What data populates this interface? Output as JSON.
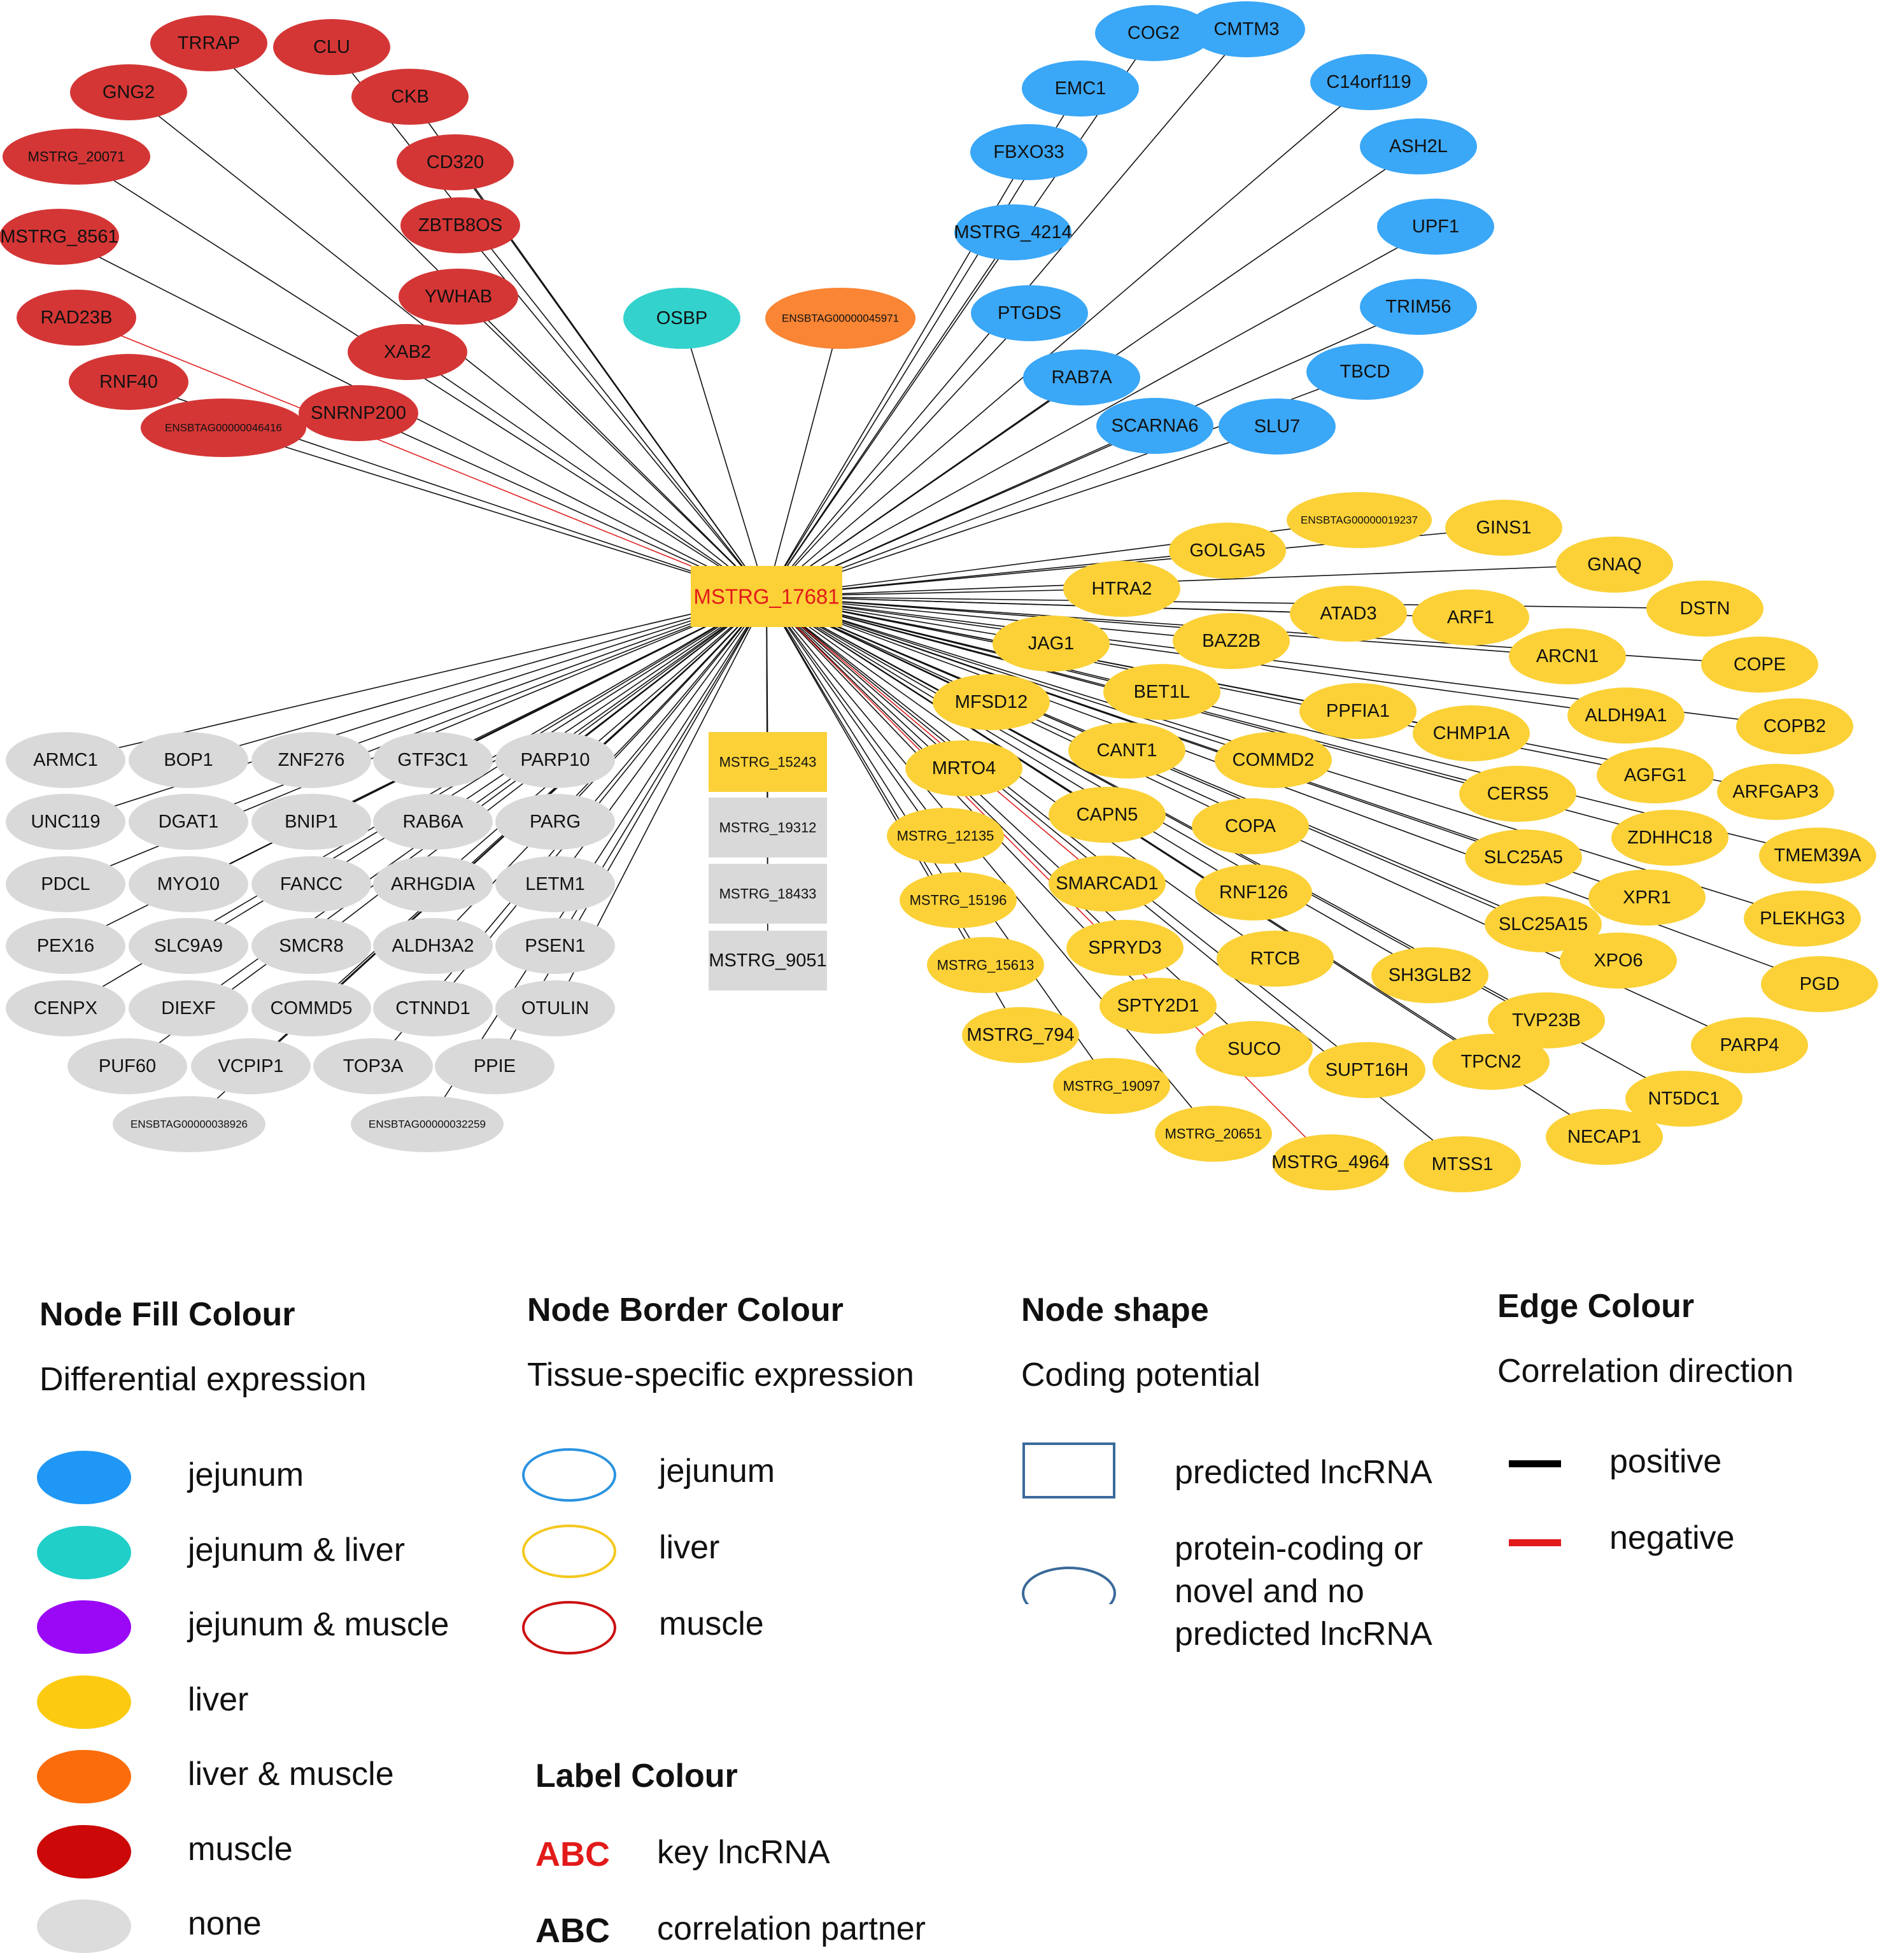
{
  "colors": {
    "jejunum": "#3aa7f7",
    "jejunum_liver": "#34d2cd",
    "jejunum_muscle": "#9a08f6",
    "liver": "#fbd137",
    "liver_muscle": "#f98535",
    "muscle": "#d43636",
    "none": "#d9d9d9",
    "edge_positive": "#111111",
    "edge_negative": "#e02020",
    "key_label": "#e21a1a",
    "partner_label": "#111111",
    "shape_outline": "#3a6a9a"
  },
  "center": {
    "label": "MSTRG_17681",
    "fill": "liver",
    "shape": "rect"
  },
  "nodes": [
    {
      "label": "TRRAP",
      "fill": "muscle",
      "shape": "ellipse",
      "edge": "positive"
    },
    {
      "label": "CLU",
      "fill": "muscle",
      "shape": "ellipse",
      "edge": "positive"
    },
    {
      "label": "GNG2",
      "fill": "muscle",
      "shape": "ellipse",
      "edge": "positive"
    },
    {
      "label": "CKB",
      "fill": "muscle",
      "shape": "ellipse",
      "edge": "positive"
    },
    {
      "label": "MSTRG_20071",
      "fill": "muscle",
      "shape": "ellipse",
      "edge": "positive"
    },
    {
      "label": "CD320",
      "fill": "muscle",
      "shape": "ellipse",
      "edge": "positive"
    },
    {
      "label": "MSTRG_8561",
      "fill": "muscle",
      "shape": "ellipse",
      "edge": "positive"
    },
    {
      "label": "ZBTB8OS",
      "fill": "muscle",
      "shape": "ellipse",
      "edge": "positive"
    },
    {
      "label": "YWHAB",
      "fill": "muscle",
      "shape": "ellipse",
      "edge": "positive"
    },
    {
      "label": "RAD23B",
      "fill": "muscle",
      "shape": "ellipse",
      "edge": "negative"
    },
    {
      "label": "XAB2",
      "fill": "muscle",
      "shape": "ellipse",
      "edge": "positive"
    },
    {
      "label": "RNF40",
      "fill": "muscle",
      "shape": "ellipse",
      "edge": "positive"
    },
    {
      "label": "SNRNP200",
      "fill": "muscle",
      "shape": "ellipse",
      "edge": "positive"
    },
    {
      "label": "ENSBTAG00000046416",
      "fill": "muscle",
      "shape": "ellipse",
      "edge": "positive"
    },
    {
      "label": "OSBP",
      "fill": "jejunum_liver",
      "shape": "ellipse",
      "edge": "positive"
    },
    {
      "label": "ENSBTAG00000045971",
      "fill": "liver_muscle",
      "shape": "ellipse",
      "edge": "positive"
    },
    {
      "label": "COG2",
      "fill": "jejunum",
      "shape": "ellipse",
      "edge": "positive"
    },
    {
      "label": "CMTM3",
      "fill": "jejunum",
      "shape": "ellipse",
      "edge": "positive"
    },
    {
      "label": "EMC1",
      "fill": "jejunum",
      "shape": "ellipse",
      "edge": "positive"
    },
    {
      "label": "C14orf119",
      "fill": "jejunum",
      "shape": "ellipse",
      "edge": "positive"
    },
    {
      "label": "FBXO33",
      "fill": "jejunum",
      "shape": "ellipse",
      "edge": "positive"
    },
    {
      "label": "ASH2L",
      "fill": "jejunum",
      "shape": "ellipse",
      "edge": "positive"
    },
    {
      "label": "MSTRG_4214",
      "fill": "jejunum",
      "shape": "ellipse",
      "edge": "positive"
    },
    {
      "label": "UPF1",
      "fill": "jejunum",
      "shape": "ellipse",
      "edge": "positive"
    },
    {
      "label": "PTGDS",
      "fill": "jejunum",
      "shape": "ellipse",
      "edge": "positive"
    },
    {
      "label": "TRIM56",
      "fill": "jejunum",
      "shape": "ellipse",
      "edge": "positive"
    },
    {
      "label": "RAB7A",
      "fill": "jejunum",
      "shape": "ellipse",
      "edge": "positive"
    },
    {
      "label": "TBCD",
      "fill": "jejunum",
      "shape": "ellipse",
      "edge": "positive"
    },
    {
      "label": "SCARNA6",
      "fill": "jejunum",
      "shape": "ellipse",
      "edge": "positive"
    },
    {
      "label": "SLU7",
      "fill": "jejunum",
      "shape": "ellipse",
      "edge": "positive"
    },
    {
      "label": "ENSBTAG00000019237",
      "fill": "liver",
      "shape": "ellipse",
      "edge": "positive"
    },
    {
      "label": "GINS1",
      "fill": "liver",
      "shape": "ellipse",
      "edge": "positive"
    },
    {
      "label": "GOLGA5",
      "fill": "liver",
      "shape": "ellipse",
      "edge": "positive"
    },
    {
      "label": "GNAQ",
      "fill": "liver",
      "shape": "ellipse",
      "edge": "positive"
    },
    {
      "label": "HTRA2",
      "fill": "liver",
      "shape": "ellipse",
      "edge": "positive"
    },
    {
      "label": "DSTN",
      "fill": "liver",
      "shape": "ellipse",
      "edge": "positive"
    },
    {
      "label": "ATAD3",
      "fill": "liver",
      "shape": "ellipse",
      "edge": "positive"
    },
    {
      "label": "ARF1",
      "fill": "liver",
      "shape": "ellipse",
      "edge": "positive"
    },
    {
      "label": "JAG1",
      "fill": "liver",
      "shape": "ellipse",
      "edge": "positive"
    },
    {
      "label": "BAZ2B",
      "fill": "liver",
      "shape": "ellipse",
      "edge": "positive"
    },
    {
      "label": "ARCN1",
      "fill": "liver",
      "shape": "ellipse",
      "edge": "positive"
    },
    {
      "label": "COPE",
      "fill": "liver",
      "shape": "ellipse",
      "edge": "positive"
    },
    {
      "label": "BET1L",
      "fill": "liver",
      "shape": "ellipse",
      "edge": "positive"
    },
    {
      "label": "MFSD12",
      "fill": "liver",
      "shape": "ellipse",
      "edge": "positive"
    },
    {
      "label": "PPFIA1",
      "fill": "liver",
      "shape": "ellipse",
      "edge": "positive"
    },
    {
      "label": "ALDH9A1",
      "fill": "liver",
      "shape": "ellipse",
      "edge": "positive"
    },
    {
      "label": "COPB2",
      "fill": "liver",
      "shape": "ellipse",
      "edge": "positive"
    },
    {
      "label": "CHMP1A",
      "fill": "liver",
      "shape": "ellipse",
      "edge": "positive"
    },
    {
      "label": "CANT1",
      "fill": "liver",
      "shape": "ellipse",
      "edge": "positive"
    },
    {
      "label": "COMMD2",
      "fill": "liver",
      "shape": "ellipse",
      "edge": "positive"
    },
    {
      "label": "MRTO4",
      "fill": "liver",
      "shape": "ellipse",
      "edge": "positive"
    },
    {
      "label": "AGFG1",
      "fill": "liver",
      "shape": "ellipse",
      "edge": "positive"
    },
    {
      "label": "ARFGAP3",
      "fill": "liver",
      "shape": "ellipse",
      "edge": "positive"
    },
    {
      "label": "CERS5",
      "fill": "liver",
      "shape": "ellipse",
      "edge": "positive"
    },
    {
      "label": "CAPN5",
      "fill": "liver",
      "shape": "ellipse",
      "edge": "positive"
    },
    {
      "label": "COPA",
      "fill": "liver",
      "shape": "ellipse",
      "edge": "positive"
    },
    {
      "label": "MSTRG_12135",
      "fill": "liver",
      "shape": "ellipse",
      "edge": "positive"
    },
    {
      "label": "ZDHHC18",
      "fill": "liver",
      "shape": "ellipse",
      "edge": "positive"
    },
    {
      "label": "TMEM39A",
      "fill": "liver",
      "shape": "ellipse",
      "edge": "positive"
    },
    {
      "label": "SLC25A5",
      "fill": "liver",
      "shape": "ellipse",
      "edge": "positive"
    },
    {
      "label": "SMARCAD1",
      "fill": "liver",
      "shape": "ellipse",
      "edge": "negative"
    },
    {
      "label": "MSTRG_15196",
      "fill": "liver",
      "shape": "ellipse",
      "edge": "positive"
    },
    {
      "label": "RNF126",
      "fill": "liver",
      "shape": "ellipse",
      "edge": "positive"
    },
    {
      "label": "XPR1",
      "fill": "liver",
      "shape": "ellipse",
      "edge": "positive"
    },
    {
      "label": "PLEKHG3",
      "fill": "liver",
      "shape": "ellipse",
      "edge": "positive"
    },
    {
      "label": "SLC25A15",
      "fill": "liver",
      "shape": "ellipse",
      "edge": "positive"
    },
    {
      "label": "SPRYD3",
      "fill": "liver",
      "shape": "ellipse",
      "edge": "positive"
    },
    {
      "label": "MSTRG_15613",
      "fill": "liver",
      "shape": "ellipse",
      "edge": "positive"
    },
    {
      "label": "RTCB",
      "fill": "liver",
      "shape": "ellipse",
      "edge": "positive"
    },
    {
      "label": "XPO6",
      "fill": "liver",
      "shape": "ellipse",
      "edge": "positive"
    },
    {
      "label": "SH3GLB2",
      "fill": "liver",
      "shape": "ellipse",
      "edge": "positive"
    },
    {
      "label": "PGD",
      "fill": "liver",
      "shape": "ellipse",
      "edge": "positive"
    },
    {
      "label": "SPTY2D1",
      "fill": "liver",
      "shape": "ellipse",
      "edge": "positive"
    },
    {
      "label": "TVP23B",
      "fill": "liver",
      "shape": "ellipse",
      "edge": "positive"
    },
    {
      "label": "MSTRG_794",
      "fill": "liver",
      "shape": "ellipse",
      "edge": "positive"
    },
    {
      "label": "SUCO",
      "fill": "liver",
      "shape": "ellipse",
      "edge": "positive"
    },
    {
      "label": "PARP4",
      "fill": "liver",
      "shape": "ellipse",
      "edge": "positive"
    },
    {
      "label": "TPCN2",
      "fill": "liver",
      "shape": "ellipse",
      "edge": "positive"
    },
    {
      "label": "SUPT16H",
      "fill": "liver",
      "shape": "ellipse",
      "edge": "positive"
    },
    {
      "label": "MSTRG_19097",
      "fill": "liver",
      "shape": "ellipse",
      "edge": "positive"
    },
    {
      "label": "NT5DC1",
      "fill": "liver",
      "shape": "ellipse",
      "edge": "positive"
    },
    {
      "label": "MSTRG_20651",
      "fill": "liver",
      "shape": "ellipse",
      "edge": "positive"
    },
    {
      "label": "NECAP1",
      "fill": "liver",
      "shape": "ellipse",
      "edge": "positive"
    },
    {
      "label": "MSTRG_4964",
      "fill": "liver",
      "shape": "ellipse",
      "edge": "negative"
    },
    {
      "label": "MTSS1",
      "fill": "liver",
      "shape": "ellipse",
      "edge": "positive"
    },
    {
      "label": "MSTRG_15243",
      "fill": "liver",
      "shape": "rect",
      "edge": "positive"
    },
    {
      "label": "MSTRG_19312",
      "fill": "none",
      "shape": "rect",
      "edge": "positive"
    },
    {
      "label": "MSTRG_18433",
      "fill": "none",
      "shape": "rect",
      "edge": "positive"
    },
    {
      "label": "MSTRG_9051",
      "fill": "none",
      "shape": "rect",
      "edge": "positive"
    },
    {
      "label": "ARMC1",
      "fill": "none",
      "shape": "ellipse",
      "edge": "positive"
    },
    {
      "label": "BOP1",
      "fill": "none",
      "shape": "ellipse",
      "edge": "positive"
    },
    {
      "label": "ZNF276",
      "fill": "none",
      "shape": "ellipse",
      "edge": "positive"
    },
    {
      "label": "GTF3C1",
      "fill": "none",
      "shape": "ellipse",
      "edge": "positive"
    },
    {
      "label": "PARP10",
      "fill": "none",
      "shape": "ellipse",
      "edge": "positive"
    },
    {
      "label": "UNC119",
      "fill": "none",
      "shape": "ellipse",
      "edge": "positive"
    },
    {
      "label": "DGAT1",
      "fill": "none",
      "shape": "ellipse",
      "edge": "positive"
    },
    {
      "label": "BNIP1",
      "fill": "none",
      "shape": "ellipse",
      "edge": "positive"
    },
    {
      "label": "RAB6A",
      "fill": "none",
      "shape": "ellipse",
      "edge": "positive"
    },
    {
      "label": "PARG",
      "fill": "none",
      "shape": "ellipse",
      "edge": "positive"
    },
    {
      "label": "PDCL",
      "fill": "none",
      "shape": "ellipse",
      "edge": "positive"
    },
    {
      "label": "MYO10",
      "fill": "none",
      "shape": "ellipse",
      "edge": "positive"
    },
    {
      "label": "FANCC",
      "fill": "none",
      "shape": "ellipse",
      "edge": "positive"
    },
    {
      "label": "ARHGDIA",
      "fill": "none",
      "shape": "ellipse",
      "edge": "positive"
    },
    {
      "label": "LETM1",
      "fill": "none",
      "shape": "ellipse",
      "edge": "positive"
    },
    {
      "label": "PEX16",
      "fill": "none",
      "shape": "ellipse",
      "edge": "positive"
    },
    {
      "label": "SLC9A9",
      "fill": "none",
      "shape": "ellipse",
      "edge": "positive"
    },
    {
      "label": "SMCR8",
      "fill": "none",
      "shape": "ellipse",
      "edge": "positive"
    },
    {
      "label": "ALDH3A2",
      "fill": "none",
      "shape": "ellipse",
      "edge": "positive"
    },
    {
      "label": "PSEN1",
      "fill": "none",
      "shape": "ellipse",
      "edge": "positive"
    },
    {
      "label": "CENPX",
      "fill": "none",
      "shape": "ellipse",
      "edge": "positive"
    },
    {
      "label": "DIEXF",
      "fill": "none",
      "shape": "ellipse",
      "edge": "positive"
    },
    {
      "label": "COMMD5",
      "fill": "none",
      "shape": "ellipse",
      "edge": "positive"
    },
    {
      "label": "CTNND1",
      "fill": "none",
      "shape": "ellipse",
      "edge": "positive"
    },
    {
      "label": "OTULIN",
      "fill": "none",
      "shape": "ellipse",
      "edge": "positive"
    },
    {
      "label": "PUF60",
      "fill": "none",
      "shape": "ellipse",
      "edge": "positive"
    },
    {
      "label": "VCPIP1",
      "fill": "none",
      "shape": "ellipse",
      "edge": "positive"
    },
    {
      "label": "TOP3A",
      "fill": "none",
      "shape": "ellipse",
      "edge": "positive"
    },
    {
      "label": "PPIE",
      "fill": "none",
      "shape": "ellipse",
      "edge": "positive"
    },
    {
      "label": "ENSBTAG00000038926",
      "fill": "none",
      "shape": "ellipse",
      "edge": "positive"
    },
    {
      "label": "ENSBTAG00000032259",
      "fill": "none",
      "shape": "ellipse",
      "edge": "positive"
    }
  ],
  "legend": {
    "fill": {
      "title": "Node Fill Colour",
      "subtitle": "Differential expression",
      "items": [
        {
          "label": "jejunum",
          "color": "#1f97f6"
        },
        {
          "label": "jejunum & liver",
          "color": "#21cfc9"
        },
        {
          "label": "jejunum & muscle",
          "color": "#9a08f6"
        },
        {
          "label": "liver",
          "color": "#fccb11"
        },
        {
          "label": "liver & muscle",
          "color": "#fb6c0c"
        },
        {
          "label": "muscle",
          "color": "#cc0808"
        },
        {
          "label": "none",
          "color": "#dcdcdc"
        }
      ]
    },
    "border": {
      "title": "Node Border Colour",
      "subtitle": "Tissue-specific expression",
      "items": [
        {
          "label": "jejunum",
          "color": "#2a93e0"
        },
        {
          "label": "liver",
          "color": "#f4c81e"
        },
        {
          "label": "muscle",
          "color": "#cc1010"
        }
      ]
    },
    "label_colour": {
      "title": "Label  Colour",
      "items": [
        {
          "sample": "ABC",
          "label": "key lncRNA",
          "color": "#e21a1a"
        },
        {
          "sample": "ABC",
          "label": "correlation partner",
          "color": "#111111"
        }
      ]
    },
    "shape": {
      "title": "Node shape",
      "subtitle": "Coding potential",
      "items": [
        {
          "label": "predicted lncRNA",
          "shape": "rect"
        },
        {
          "label_lines": [
            "protein-coding or",
            "novel and no",
            "predicted lncRNA"
          ],
          "shape": "ellipse"
        }
      ]
    },
    "edge": {
      "title": "Edge  Colour",
      "subtitle": "Correlation direction",
      "items": [
        {
          "label": "positive",
          "color": "#000000"
        },
        {
          "label": "negative",
          "color": "#e21a1a"
        }
      ]
    }
  }
}
